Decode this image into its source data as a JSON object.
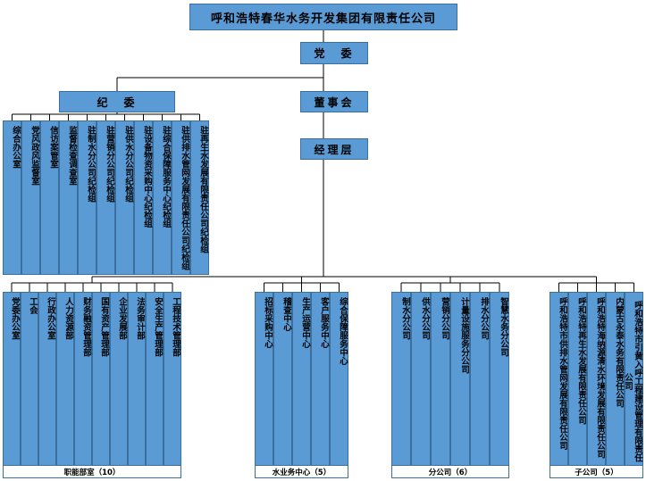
{
  "top": "呼和浩特春华水务开发集团有限责任公司",
  "party": "党　委",
  "discipline": "纪　委",
  "board": "董事会",
  "management": "经理层",
  "discipline_units": [
    "综合办公室",
    "党风政风监督室",
    "信访案管室",
    "监督检查调查室",
    "驻制水分公司纪检组",
    "驻营销分公司纪检组",
    "驻供水分公司纪检组",
    "驻设备物资采购中心纪检组",
    "驻综合保障服务中心纪检组",
    "驻供排水管网发展有限责任公司纪检组",
    "驻再生水发展有限责任公司纪检组"
  ],
  "groups": [
    {
      "label": "职能部室（10）",
      "units": [
        "党委办公室",
        "工会",
        "行政办公室",
        "人力资源部",
        "财务融资管理部",
        "国有资产管理部",
        "企业发展部",
        "法务审计部",
        "安全生产管理部",
        "工程技术管理部"
      ]
    },
    {
      "label": "水业务中心（5）",
      "units": [
        "招标采购中心",
        "稽查中心",
        "生产运营中心",
        "客户服务中心",
        "综合保障服务中心"
      ]
    },
    {
      "label": "分公司（6）",
      "units": [
        "制水分公司",
        "供水分公司",
        "营销分公司",
        "计量设施服务分公司",
        "排水分公司",
        "智慧水务分公司"
      ]
    },
    {
      "label": "子公司（5）",
      "units": [
        "呼和浩特市供排水管网发展有限责任公司",
        "呼和浩特再生水发展有限责任公司",
        "呼和浩特海纳源清水环境发展有限责任公司",
        "内蒙古永泰水务有限责任公司",
        "呼和浩特市引黄入呼工程建设管理有限责任公司"
      ]
    }
  ],
  "colors": {
    "box": "#5b9bd5",
    "border": "#3a6f9e",
    "line": "#000000"
  }
}
